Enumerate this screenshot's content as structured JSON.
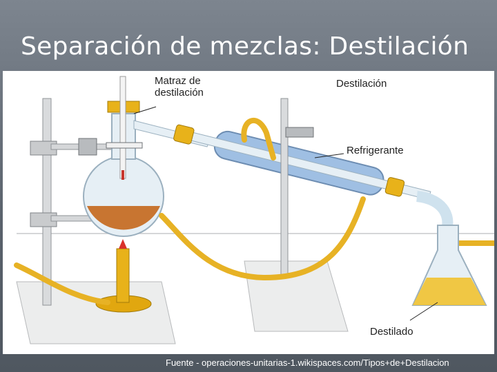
{
  "title": "Separación de mezclas: Destilación",
  "figure": {
    "labels": {
      "flask": "Matraz de\ndestilación",
      "process": "Destilación",
      "condenser": "Refrigerante",
      "distillate": "Destilado"
    }
  },
  "footer": "Fuente - operaciones-unitarias-1.wikispaces.com/Tipos+de+Destilacion",
  "colors": {
    "liquid": "#c56a1f",
    "tube": "#e9b41c",
    "glass": "#cfe2ee",
    "condenser": "#9fbfe3",
    "metal": "#9aa0a6"
  }
}
